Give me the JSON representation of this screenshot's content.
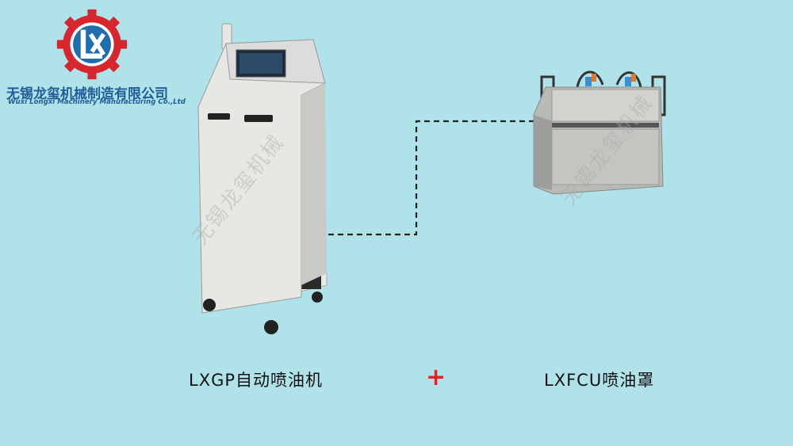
{
  "logo": {
    "company_cn": "无锡龙玺机械制造有限公司",
    "company_en": "Wuxi Longxi Machinery Manufacturing Co.,Ltd",
    "colors": {
      "gear": "#d7262d",
      "inner": "#1f6fb0",
      "text": "#1f5d99"
    }
  },
  "watermark": "无锡龙玺机械",
  "products": {
    "left_caption": "LXGP自动喷油机",
    "plus_sign": "+",
    "right_caption": "LXFCU喷油罩"
  },
  "colors": {
    "background": "#b0e2ea",
    "plus": "#e0242a"
  }
}
